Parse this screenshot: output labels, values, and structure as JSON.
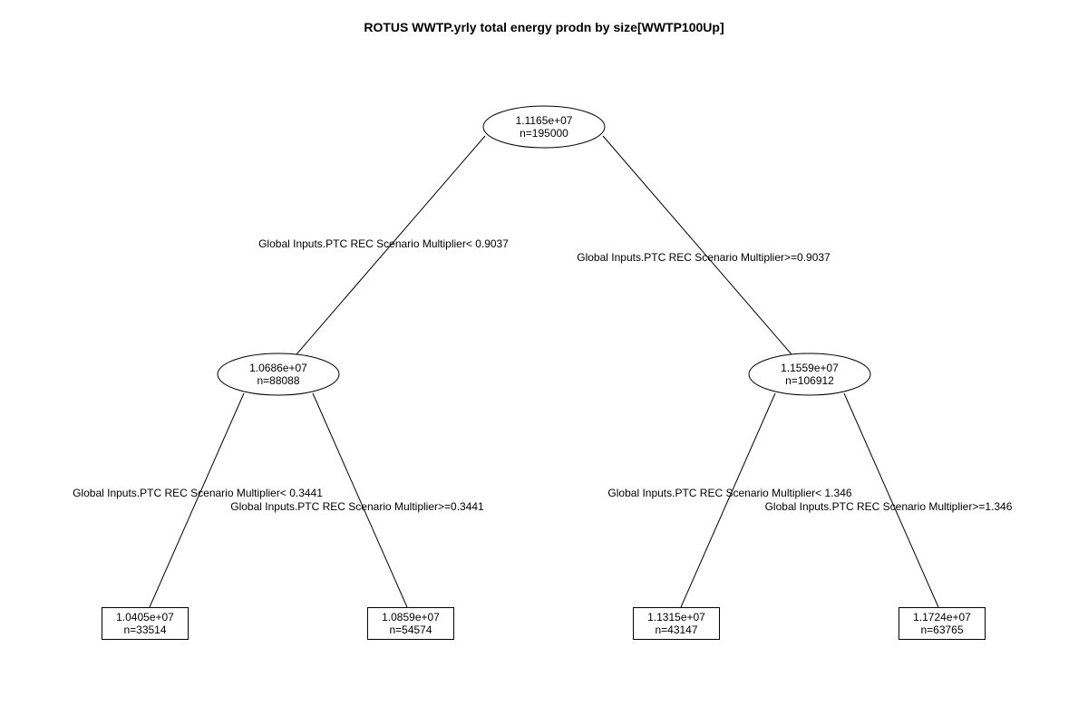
{
  "title": "ROTUS WWTP.yrly total energy prodn by size[WWTP100Up]",
  "tree": {
    "nodes": [
      {
        "id": "root",
        "type": "internal",
        "value": "1.1165e+07",
        "n": "n=195000"
      },
      {
        "id": "left",
        "type": "internal",
        "value": "1.0686e+07",
        "n": "n=88088"
      },
      {
        "id": "right",
        "type": "internal",
        "value": "1.1559e+07",
        "n": "n=106912"
      },
      {
        "id": "leaf-1",
        "type": "leaf",
        "value": "1.0405e+07",
        "n": "n=33514"
      },
      {
        "id": "leaf-2",
        "type": "leaf",
        "value": "1.0859e+07",
        "n": "n=54574"
      },
      {
        "id": "leaf-3",
        "type": "leaf",
        "value": "1.1315e+07",
        "n": "n=43147"
      },
      {
        "id": "leaf-4",
        "type": "leaf",
        "value": "1.1724e+07",
        "n": "n=63765"
      }
    ],
    "splits": [
      {
        "from": "root",
        "to": "left",
        "label": "Global Inputs.PTC REC Scenario Multiplier< 0.9037"
      },
      {
        "from": "root",
        "to": "right",
        "label": "Global Inputs.PTC REC Scenario Multiplier>=0.9037"
      },
      {
        "from": "left",
        "to": "leaf-1",
        "label": "Global Inputs.PTC REC Scenario Multiplier< 0.3441"
      },
      {
        "from": "left",
        "to": "leaf-2",
        "label": "Global Inputs.PTC REC Scenario Multiplier>=0.3441"
      },
      {
        "from": "right",
        "to": "leaf-3",
        "label": "Global Inputs.PTC REC Scenario Multiplier< 1.346"
      },
      {
        "from": "right",
        "to": "leaf-4",
        "label": "Global Inputs.PTC REC Scenario Multiplier>=1.346"
      }
    ]
  }
}
